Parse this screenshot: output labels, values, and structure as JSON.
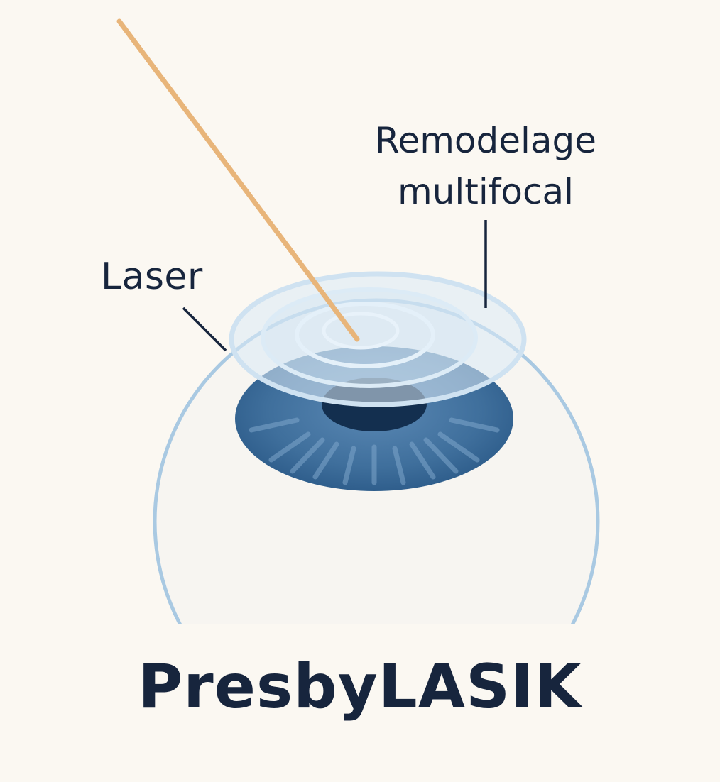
{
  "labels": {
    "laser": "Laser",
    "remodel_line1": "Remodelage",
    "remodel_line2": "multifocal"
  },
  "title": "PresbyLASIK",
  "colors": {
    "background": "#fbf8f2",
    "text": "#17253d",
    "laser_beam": "#e8b57a",
    "iris": "#3f6f9c",
    "iris_light": "#6f9cc4",
    "pupil": "#132f4f",
    "sclera_outline": "#a9c9e2",
    "corneal_rings": "#cfe2f1"
  },
  "icons": {
    "eye": "eye-icon",
    "laser_beam": "laser-beam-icon"
  }
}
